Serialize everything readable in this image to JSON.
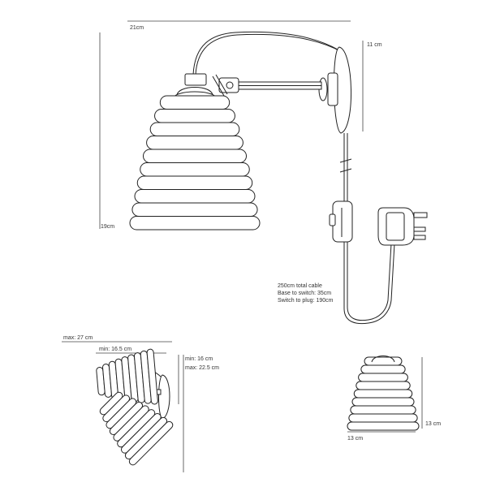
{
  "dimensions": {
    "width": "21cm",
    "backplate_height": "11 cm",
    "total_height": "19cm",
    "reach_max": "max: 27 cm",
    "reach_min": "min: 16.5 cm",
    "height_min": "min: 16 cm",
    "height_max": "max: 22.5 cm",
    "shade_height": "13 cm",
    "shade_width": "13 cm"
  },
  "cable_notes": [
    "250cm total cable",
    "Base to switch: 35cm",
    "Switch to plug: 190cm"
  ]
}
